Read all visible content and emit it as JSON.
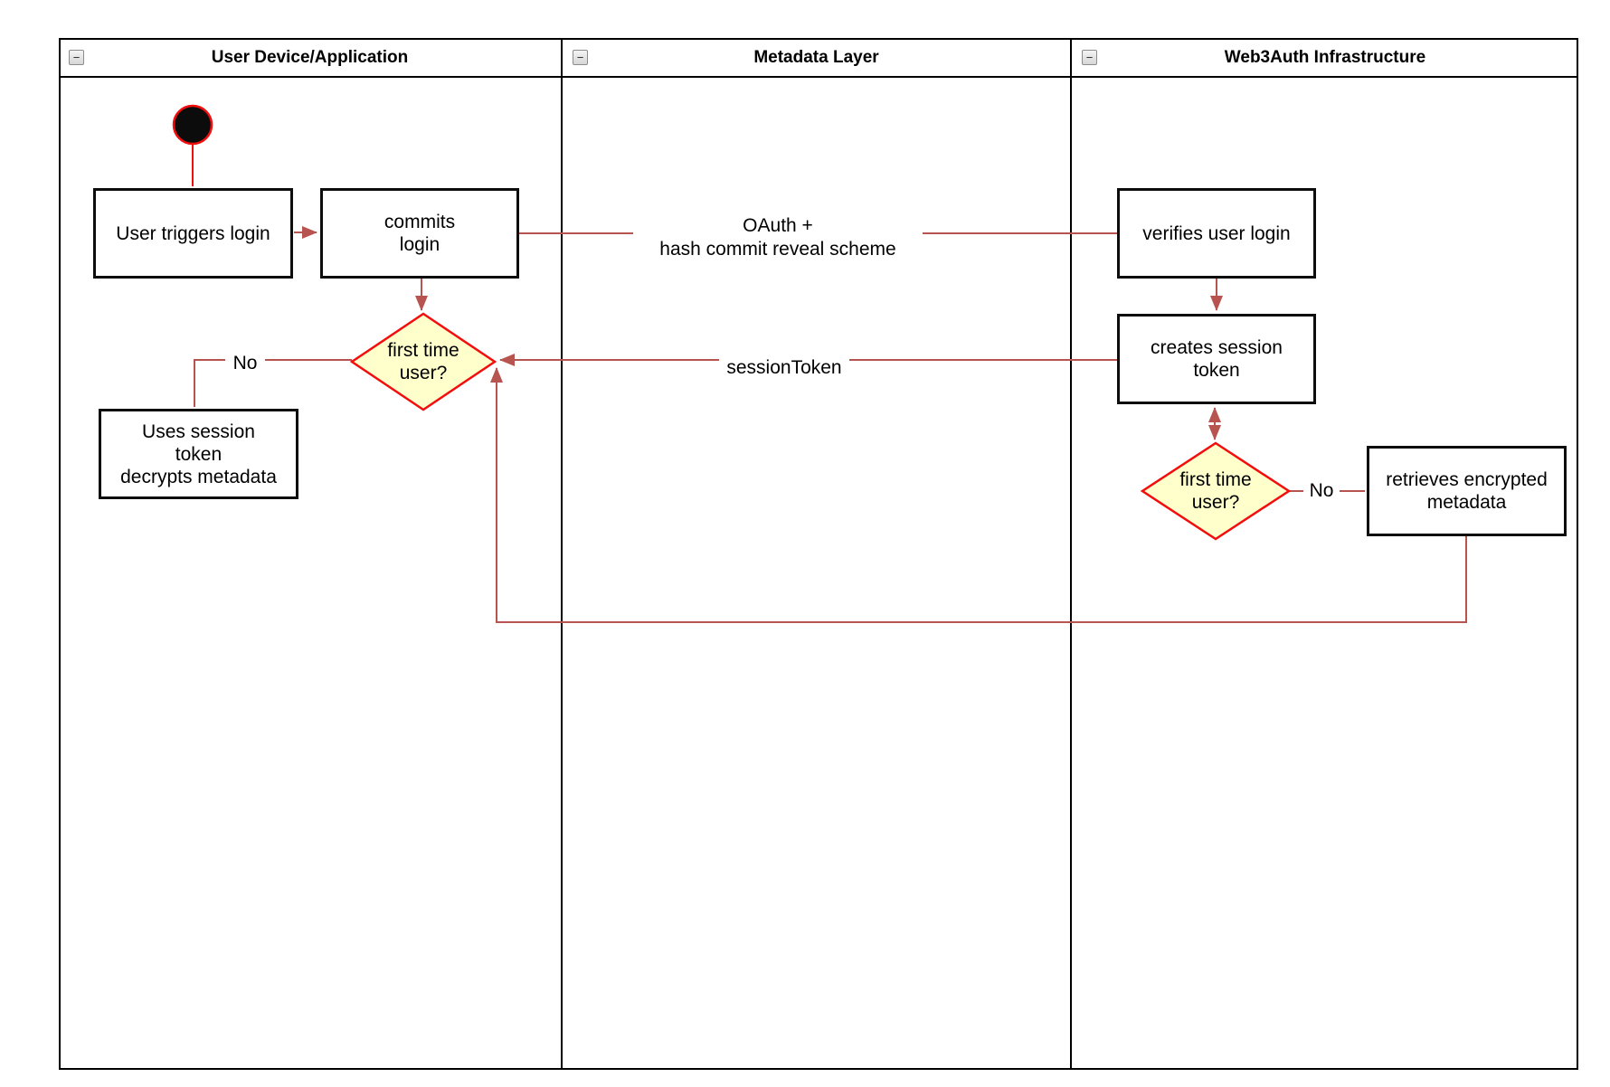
{
  "lanes": [
    {
      "title": "User Device/Application"
    },
    {
      "title": "Metadata Layer"
    },
    {
      "title": "Web3Auth Infrastructure"
    }
  ],
  "nodes": {
    "user_triggers_login": "User triggers login",
    "commits_login": "commits\nlogin",
    "verifies_user_login": "verifies user login",
    "creates_session_token": "creates session\ntoken",
    "first_time_user_left": "first time\nuser?",
    "uses_session_token": "Uses session\ntoken\ndecrypts metadata",
    "first_time_user_right": "first time\nuser?",
    "retrieves_encrypted_metadata": "retrieves encrypted\nmetadata"
  },
  "edge_labels": {
    "oauth": "OAuth +\nhash commit reveal scheme",
    "session_token": "sessionToken",
    "no_left": "No",
    "no_right": "No"
  },
  "icons": {
    "collapse_glyph": "−"
  },
  "colors": {
    "edge_brown": "#b85450",
    "accent_red": "#f30e0e",
    "decision_fill": "#ffffcc",
    "node_border": "#000000",
    "lane_border": "#000000"
  }
}
